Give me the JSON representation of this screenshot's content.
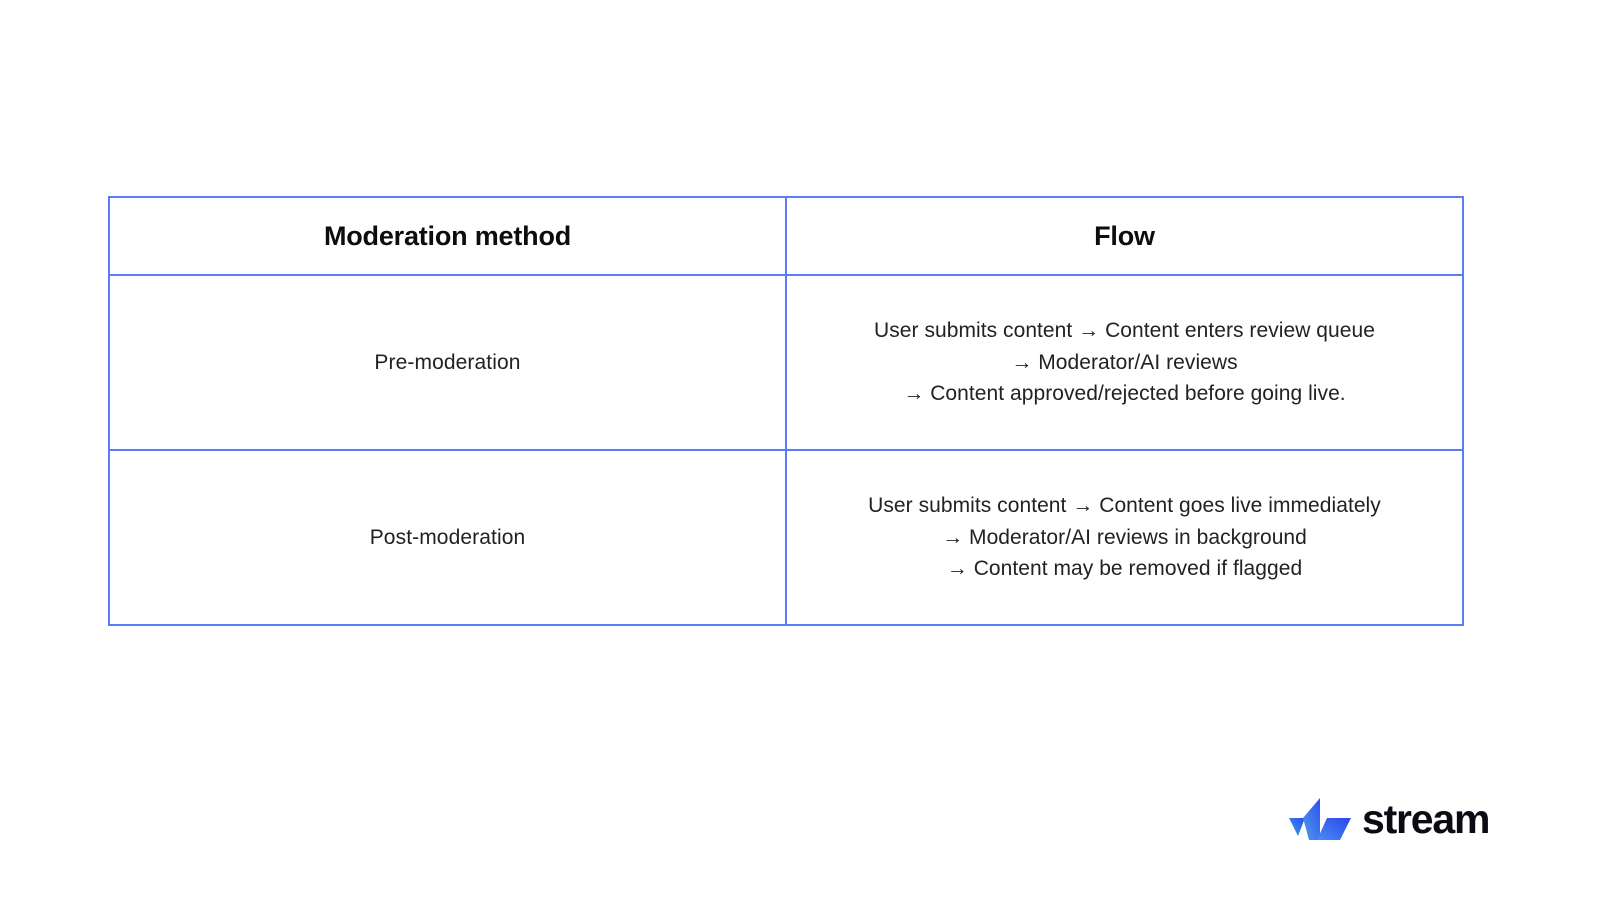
{
  "page": {
    "background_color": "#ffffff",
    "border_color": "#5a7df7",
    "text_color": "#222222"
  },
  "table": {
    "headers": [
      {
        "label": "Moderation method"
      },
      {
        "label": "Flow"
      }
    ],
    "rows": [
      {
        "method": "Pre-moderation",
        "flow_lines": [
          "User submits content → Content enters review queue",
          "→ Moderator/AI reviews",
          "→ Content approved/rejected before going live."
        ]
      },
      {
        "method": "Post-moderation",
        "flow_lines": [
          "User submits content → Content goes live immediately",
          "→ Moderator/AI reviews in background",
          "→ Content may be removed if flagged"
        ]
      }
    ]
  },
  "logo": {
    "wordmark": "stream",
    "mark_color_start": "#4f86f7",
    "mark_color_end": "#2b4df0"
  }
}
